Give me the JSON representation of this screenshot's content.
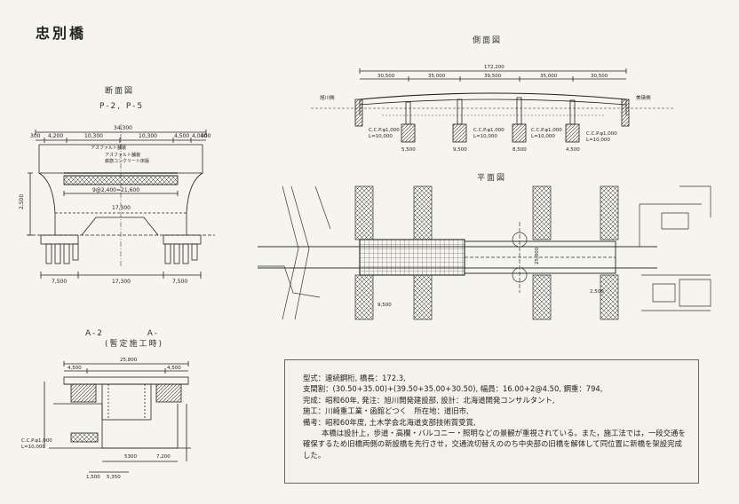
{
  "page_title": "忠別橋",
  "captions": {
    "side_view": "側面図",
    "cross_section": "断面図",
    "cross_section_sub": "P-2, P-5",
    "plan_view": "平面図",
    "abutment": "A-2 　　　　A-",
    "abutment_sub": "(暫定施工時)"
  },
  "dims": {
    "top_total": "34,300",
    "seg_a": "4,200",
    "seg_b": "10,300",
    "seg_c": "10,300",
    "seg_d": "4,500",
    "seg_e": "4,000",
    "edge_l": "300",
    "edge_r": "400",
    "girder": "9@2,400=21,600",
    "sub_l": "7,500",
    "sub_c": "17,300",
    "sub_r": "7,500",
    "height": "2,500",
    "side_total": "172,200",
    "span1": "30,500",
    "span2": "35,000",
    "span3": "39,500",
    "span4": "35,000",
    "span5": "30,500",
    "ab_total": "25,800",
    "ab_seg1": "4,500",
    "ab_seg2": "4,500",
    "ab_l": "5300",
    "ab_r": "7,200",
    "ab_bottom": "5,350",
    "ab_bottom_l": "1,500",
    "ccp": "C.C.P.φ1,000",
    "ccp_l": "L=10,000",
    "p_h1": "5,500",
    "p_h2": "9,500",
    "p_h3": "8,500",
    "p_h4": "4,500",
    "plan_w": "25,800",
    "plan_a": "9,500",
    "plan_b": "2,500"
  },
  "labels": {
    "asphalt1": "アスファルト舗装",
    "asphalt2": "アスファルト舗装",
    "concrete": "鉄筋コンクリート床版",
    "asahikawa": "旭川側",
    "bieicho": "美瑛側"
  },
  "spec": {
    "l1": "型式：連続鋼桁, 橋長：172.3,",
    "l2": "支間割：(30.50+35.00)+(39.50+35.00+30.50), 幅員：16.00+2@4.50, 鋼重：794,",
    "l3": "完成：昭和60年, 発注：旭川開発建設部, 設計：北海道開発コンサルタント,",
    "l4": "施工：川崎重工業・函館どつく　所在地：道旧市,",
    "l5": "備考：昭和60年度, 土木学会北海道支部技術賞受賞,",
    "l6": "本橋は設計上，歩道・高欄・バルコニー・照明などの景観が重視されている。また，施工法では，一段交通を確保するため旧橋両側の新設橋を先行させ，交通流切替えののち中央部の旧橋を解体して同位置に新橋を架設完成した。"
  }
}
